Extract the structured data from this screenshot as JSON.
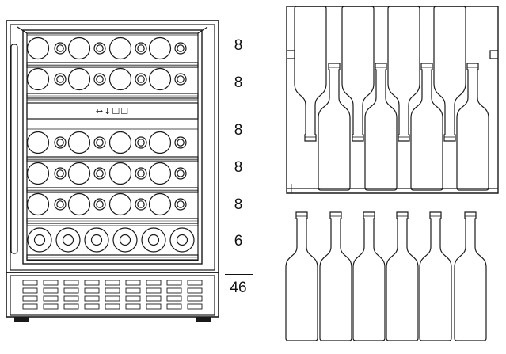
{
  "shelf_counts": [
    "8",
    "8",
    "8",
    "8",
    "8",
    "6"
  ],
  "total": "46",
  "zone_display": "↔↓☐☐"
}
